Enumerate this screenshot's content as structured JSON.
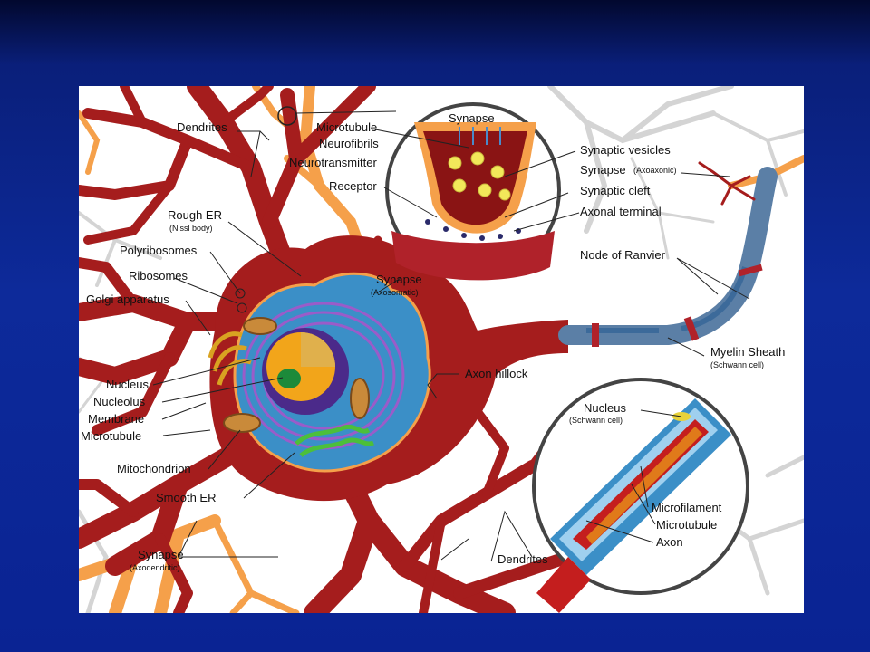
{
  "labels": {
    "dendrites_top": "Dendrites",
    "rough_er": "Rough ER",
    "rough_er_sub": "(Nissl body)",
    "polyribosomes": "Polyribosomes",
    "ribosomes": "Ribosomes",
    "golgi": "Golgi apparatus",
    "nucleus": "Nucleus",
    "nucleolus": "Nucleolus",
    "membrane": "Membrane",
    "microtubule_left": "Microtubule",
    "mitochondrion": "Mitochondrion",
    "smooth_er": "Smooth ER",
    "synapse_axodendritic": "Synapse",
    "synapse_axodendritic_sub": "(Axodendritic)",
    "synapse_axosomatic": "Synapse",
    "synapse_axosomatic_sub": "(Axosomatic)",
    "axon_hillock": "Axon hillock",
    "dendrites_bottom": "Dendrites",
    "synapse_title": "Synapse",
    "microtubule_inset": "Microtubule",
    "neurofibrils": "Neurofibrils",
    "neurotransmitter": "Neurotransmitter",
    "receptor": "Receptor",
    "synaptic_vesicles": "Synaptic vesicles",
    "synapse_axoaxonic": "Synapse",
    "synapse_axoaxonic_sub": "(Axoaxonic)",
    "synaptic_cleft": "Synaptic cleft",
    "axonal_terminal": "Axonal terminal",
    "node_of_ranvier": "Node of Ranvier",
    "myelin_sheath": "Myelin Sheath",
    "myelin_sheath_sub": "(Schwann cell)",
    "nucleus_schwann": "Nucleus",
    "nucleus_schwann_sub": "(Schwann cell)",
    "microfilament": "Microfilament",
    "microtubule_axon": "Microtubule",
    "axon": "Axon"
  },
  "colors": {
    "background_top": "#02082e",
    "background_main": "#0d2a9a",
    "panel": "#ffffff",
    "neuron_body": "#a51d1d",
    "dendrite_orange": "#f5a04a",
    "cytoplasm_blue": "#3b8fc7",
    "nucleus_purple": "#4b2a8a",
    "nucleolus_green": "#1c8a3a",
    "myelin": "#5b7fa6",
    "node": "#b0222a",
    "ghost_neuron": "#d4d4d4"
  }
}
